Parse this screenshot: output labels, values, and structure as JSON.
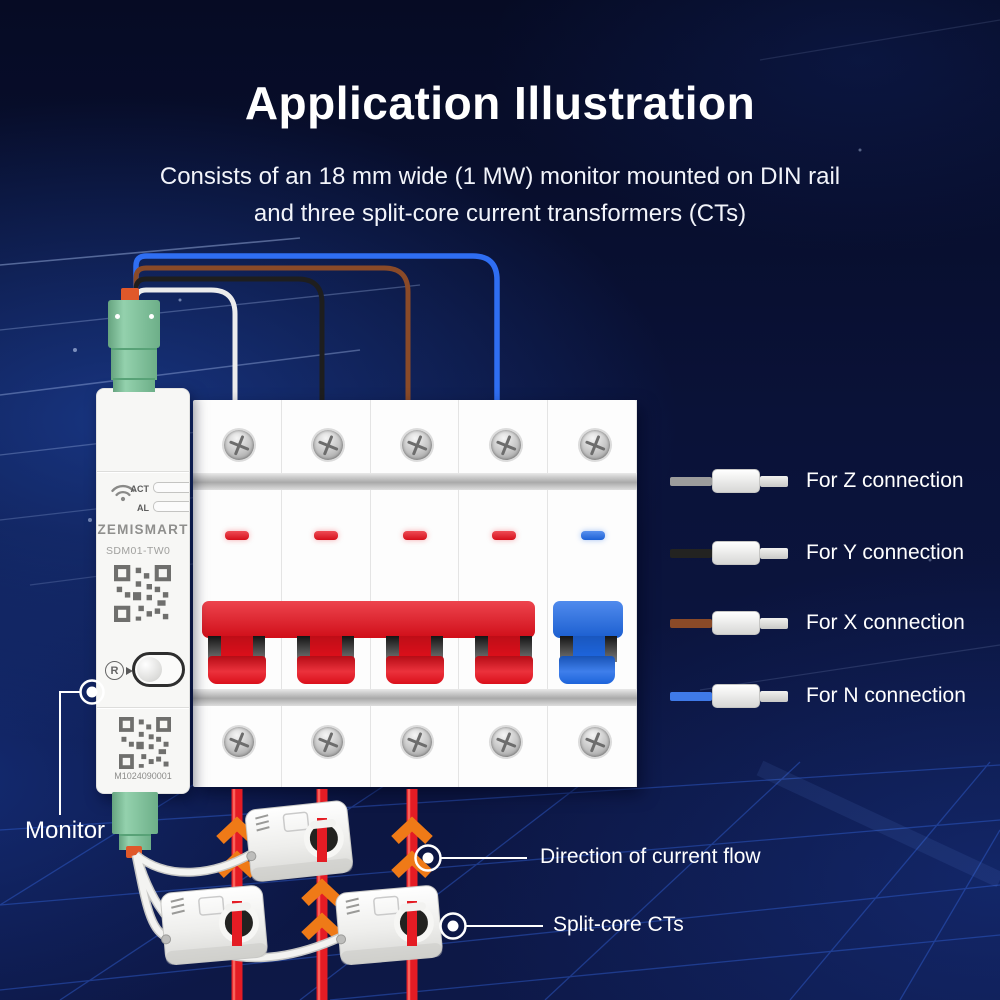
{
  "page": {
    "title": "Application Illustration",
    "subtitle_line1": "Consists of an 18 mm wide (1 MW) monitor mounted on DIN rail",
    "subtitle_line2": "and three split-core current transformers (CTs)"
  },
  "monitor": {
    "brand": "ZEMISMART",
    "model": "SDM01-TW0",
    "led_act": "ACT",
    "led_al": "AL",
    "reset_label": "R",
    "serial": "M1024090001"
  },
  "connections": [
    {
      "label": "For Z connection",
      "wire_color": "#9c9c9c"
    },
    {
      "label": "For Y connection",
      "wire_color": "#232321"
    },
    {
      "label": "For X connection",
      "wire_color": "#8a4a28"
    },
    {
      "label": "For N connection",
      "wire_color": "#3f7ae8"
    }
  ],
  "callouts": {
    "monitor_label": "Monitor",
    "direction_label": "Direction of current flow",
    "ct_label": "Split-core CTs"
  },
  "colors": {
    "background_navy": "#0a1238",
    "text_white": "#ffffff",
    "breaker_red": "#e8101c",
    "breaker_blue": "#1f6ae8",
    "cable_red": "#e41c24",
    "cable_highlight": "#ff7468",
    "arrow_orange": "#ef7a17",
    "terminal_green": "#7cc79b",
    "wire_white": "#ececec",
    "wire_black": "#1e1e1e",
    "wire_brown": "#8a4a28",
    "wire_blue": "#2f6ef2",
    "ct_cable_white": "#f3f3f1"
  }
}
